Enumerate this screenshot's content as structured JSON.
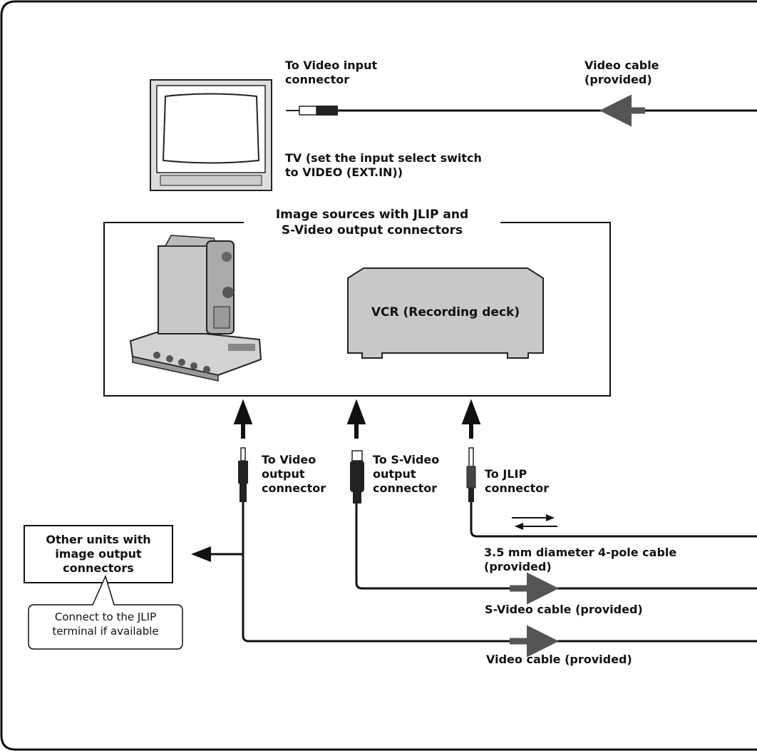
{
  "labels": {
    "tv_connector": "To Video input\nconnector",
    "video_cable_top": "Video cable\n(provided)",
    "tv": "TV (set the input select switch\nto VIDEO (EXT.IN))",
    "sources_box": "Image sources with JLIP and\nS-Video output connectors",
    "vcr": "VCR (Recording deck)",
    "video_out": "To Video\noutput\nconnector",
    "svideo_out": "To S-Video\noutput\nconnector",
    "jlip": "To JLIP\nconnector",
    "other_units": "Other units with\nimage output\nconnectors",
    "callout": "Connect to the JLIP\nterminal if available",
    "jlip_cable": "3.5 mm diameter 4-pole cable\n(provided)",
    "svideo_cable": "S-Video cable (provided)",
    "video_cable_bottom": "Video cable (provided)"
  },
  "icons": [
    "tv-icon",
    "camcorder-icon",
    "vcr-icon",
    "rca-plug-icon",
    "svideo-plug-icon",
    "jlip-plug-icon",
    "bidirectional-arrows-icon"
  ],
  "colors": {
    "line": "#111111",
    "device_fill": "#c8c8c8",
    "cable_arrow": "#555555"
  }
}
